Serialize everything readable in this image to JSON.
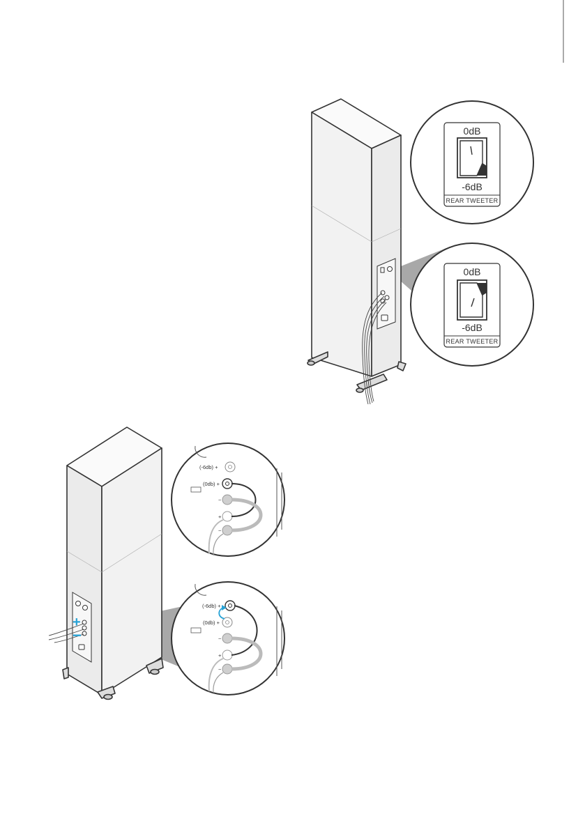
{
  "manual_page": {
    "top_figure": {
      "zoom_top": {
        "upper_label": "0dB",
        "lower_label": "-6dB",
        "caption": "REAR TWEETER"
      },
      "zoom_bottom": {
        "upper_label": "0dB",
        "lower_label": "-6dB",
        "caption": "REAR TWEETER"
      }
    },
    "bottom_figure": {
      "zoom_top": {
        "label_1": "(-6db) +",
        "label_2": "(0db) +",
        "label_3": "−",
        "label_4": "+",
        "label_5": "−"
      },
      "zoom_bottom": {
        "label_1": "(-6db) +",
        "label_2": "(0db) +",
        "label_3": "−",
        "label_4": "+",
        "label_5": "−"
      },
      "polarity_plus": "+",
      "polarity_minus": "−"
    },
    "colors": {
      "outline": "#333333",
      "cabinet": "#f2f2f2",
      "zoom_cone": "#a8a8a8",
      "accent": "#29a3d6"
    }
  }
}
